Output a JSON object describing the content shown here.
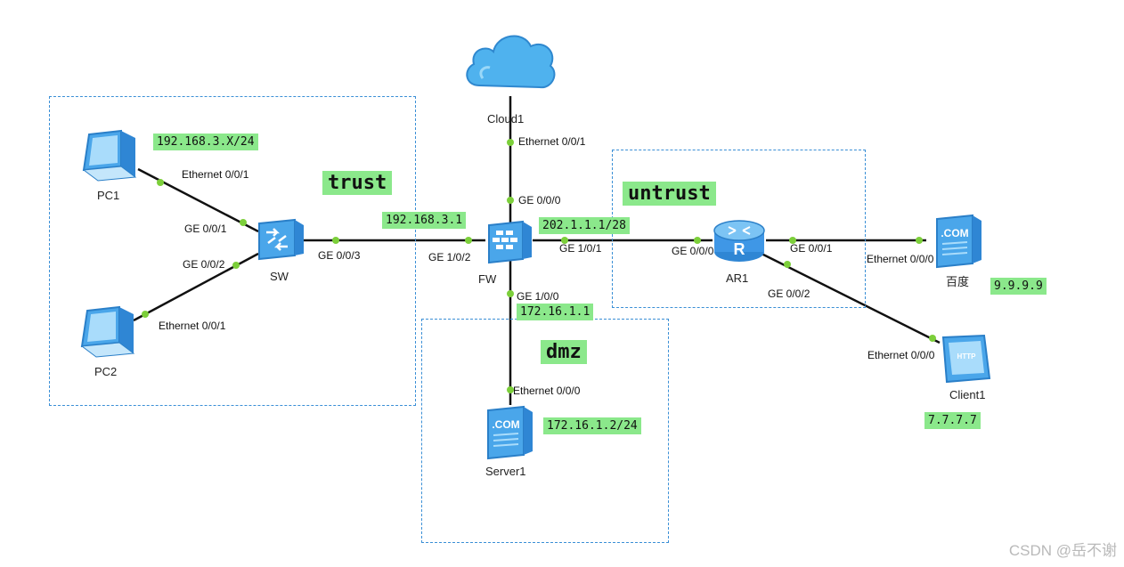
{
  "zones": {
    "trust": "trust",
    "untrust": "untrust",
    "dmz": "dmz"
  },
  "devices": {
    "cloud1": "Cloud1",
    "pc1": "PC1",
    "pc2": "PC2",
    "sw": "SW",
    "fw": "FW",
    "ar1": "AR1",
    "baidu": "百度",
    "client1": "Client1",
    "server1": "Server1"
  },
  "ports": {
    "cloud1_eth": "Ethernet 0/0/1",
    "fw_ge000": "GE 0/0/0",
    "pc1_eth": "Ethernet 0/0/1",
    "sw_ge001": "GE 0/0/1",
    "sw_ge002": "GE 0/0/2",
    "pc2_eth": "Ethernet 0/0/1",
    "sw_ge003": "GE 0/0/3",
    "fw_ge102": "GE 1/0/2",
    "fw_ge101": "GE 1/0/1",
    "ar1_ge000": "GE 0/0/0",
    "ar1_ge001": "GE 0/0/1",
    "ar1_ge002": "GE 0/0/2",
    "baidu_eth": "Ethernet 0/0/0",
    "client1_eth": "Ethernet 0/0/0",
    "fw_ge100": "GE 1/0/0",
    "server1_eth": "Ethernet 0/0/0"
  },
  "ips": {
    "pc_subnet": "192.168.3.X/24",
    "fw_trust": "192.168.3.1",
    "fw_untrust": "202.1.1.1/28",
    "fw_dmz": "172.16.1.1",
    "server1": "172.16.1.2/24",
    "baidu": "9.9.9.9",
    "client1": "7.7.7.7"
  },
  "watermark": "CSDN @岳不谢",
  "colors": {
    "highlight": "#8be88b",
    "zone_border": "#3a8fd6",
    "link": "#111111",
    "port_dot": "#7ccf3a",
    "device_blue": "#3f97e6"
  }
}
